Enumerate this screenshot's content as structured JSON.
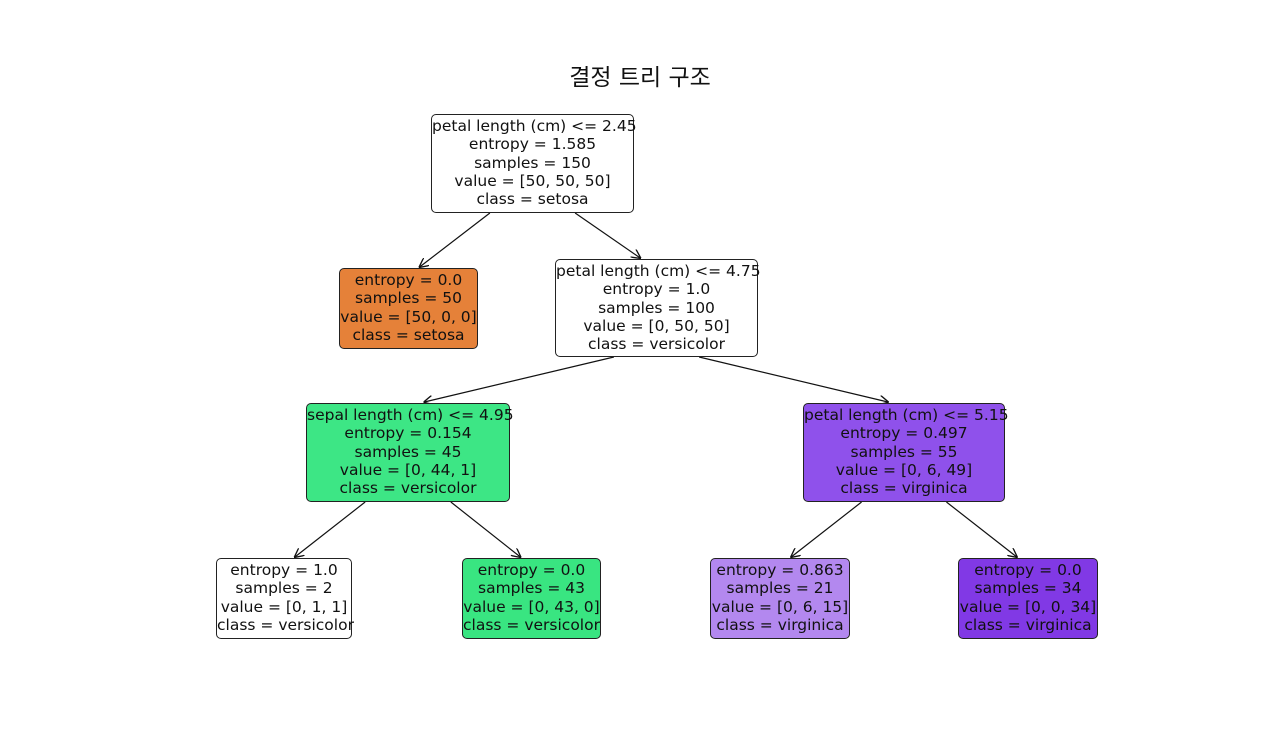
{
  "title": "결정 트리 구조",
  "nodes": {
    "root": {
      "lines": [
        "petal length (cm) <= 2.45",
        "entropy = 1.585",
        "samples = 150",
        "value = [50, 50, 50]",
        "class = setosa"
      ],
      "class": "setosa",
      "fill": "#ffffff"
    },
    "left": {
      "lines": [
        "entropy = 0.0",
        "samples = 50",
        "value = [50, 0, 0]",
        "class = setosa"
      ],
      "class": "setosa",
      "fill": "#e58139"
    },
    "right": {
      "lines": [
        "petal length (cm) <= 4.75",
        "entropy = 1.0",
        "samples = 100",
        "value = [0, 50, 50]",
        "class = versicolor"
      ],
      "class": "versicolor",
      "fill": "#ffffff"
    },
    "rl": {
      "lines": [
        "sepal length (cm) <= 4.95",
        "entropy = 0.154",
        "samples = 45",
        "value = [0, 44, 1]",
        "class = versicolor"
      ],
      "class": "versicolor",
      "fill": "#3de685"
    },
    "rr": {
      "lines": [
        "petal length (cm) <= 5.15",
        "entropy = 0.497",
        "samples = 55",
        "value = [0, 6, 49]",
        "class = virginica"
      ],
      "class": "virginica",
      "fill": "#8f51eb"
    },
    "rll": {
      "lines": [
        "entropy = 1.0",
        "samples = 2",
        "value = [0, 1, 1]",
        "class = versicolor"
      ],
      "class": "versicolor",
      "fill": "#ffffff"
    },
    "rlr": {
      "lines": [
        "entropy = 0.0",
        "samples = 43",
        "value = [0, 43, 0]",
        "class = versicolor"
      ],
      "class": "versicolor",
      "fill": "#39e581"
    },
    "rrl": {
      "lines": [
        "entropy = 0.863",
        "samples = 21",
        "value = [0, 6, 15]",
        "class = virginica"
      ],
      "class": "virginica",
      "fill": "#b388ef"
    },
    "rrr": {
      "lines": [
        "entropy = 0.0",
        "samples = 34",
        "value = [0, 0, 34]",
        "class = virginica"
      ],
      "class": "virginica",
      "fill": "#8139e5"
    }
  },
  "edges": [
    [
      "root",
      "left"
    ],
    [
      "root",
      "right"
    ],
    [
      "right",
      "rl"
    ],
    [
      "right",
      "rr"
    ],
    [
      "rl",
      "rll"
    ],
    [
      "rl",
      "rlr"
    ],
    [
      "rr",
      "rrl"
    ],
    [
      "rr",
      "rrr"
    ]
  ]
}
